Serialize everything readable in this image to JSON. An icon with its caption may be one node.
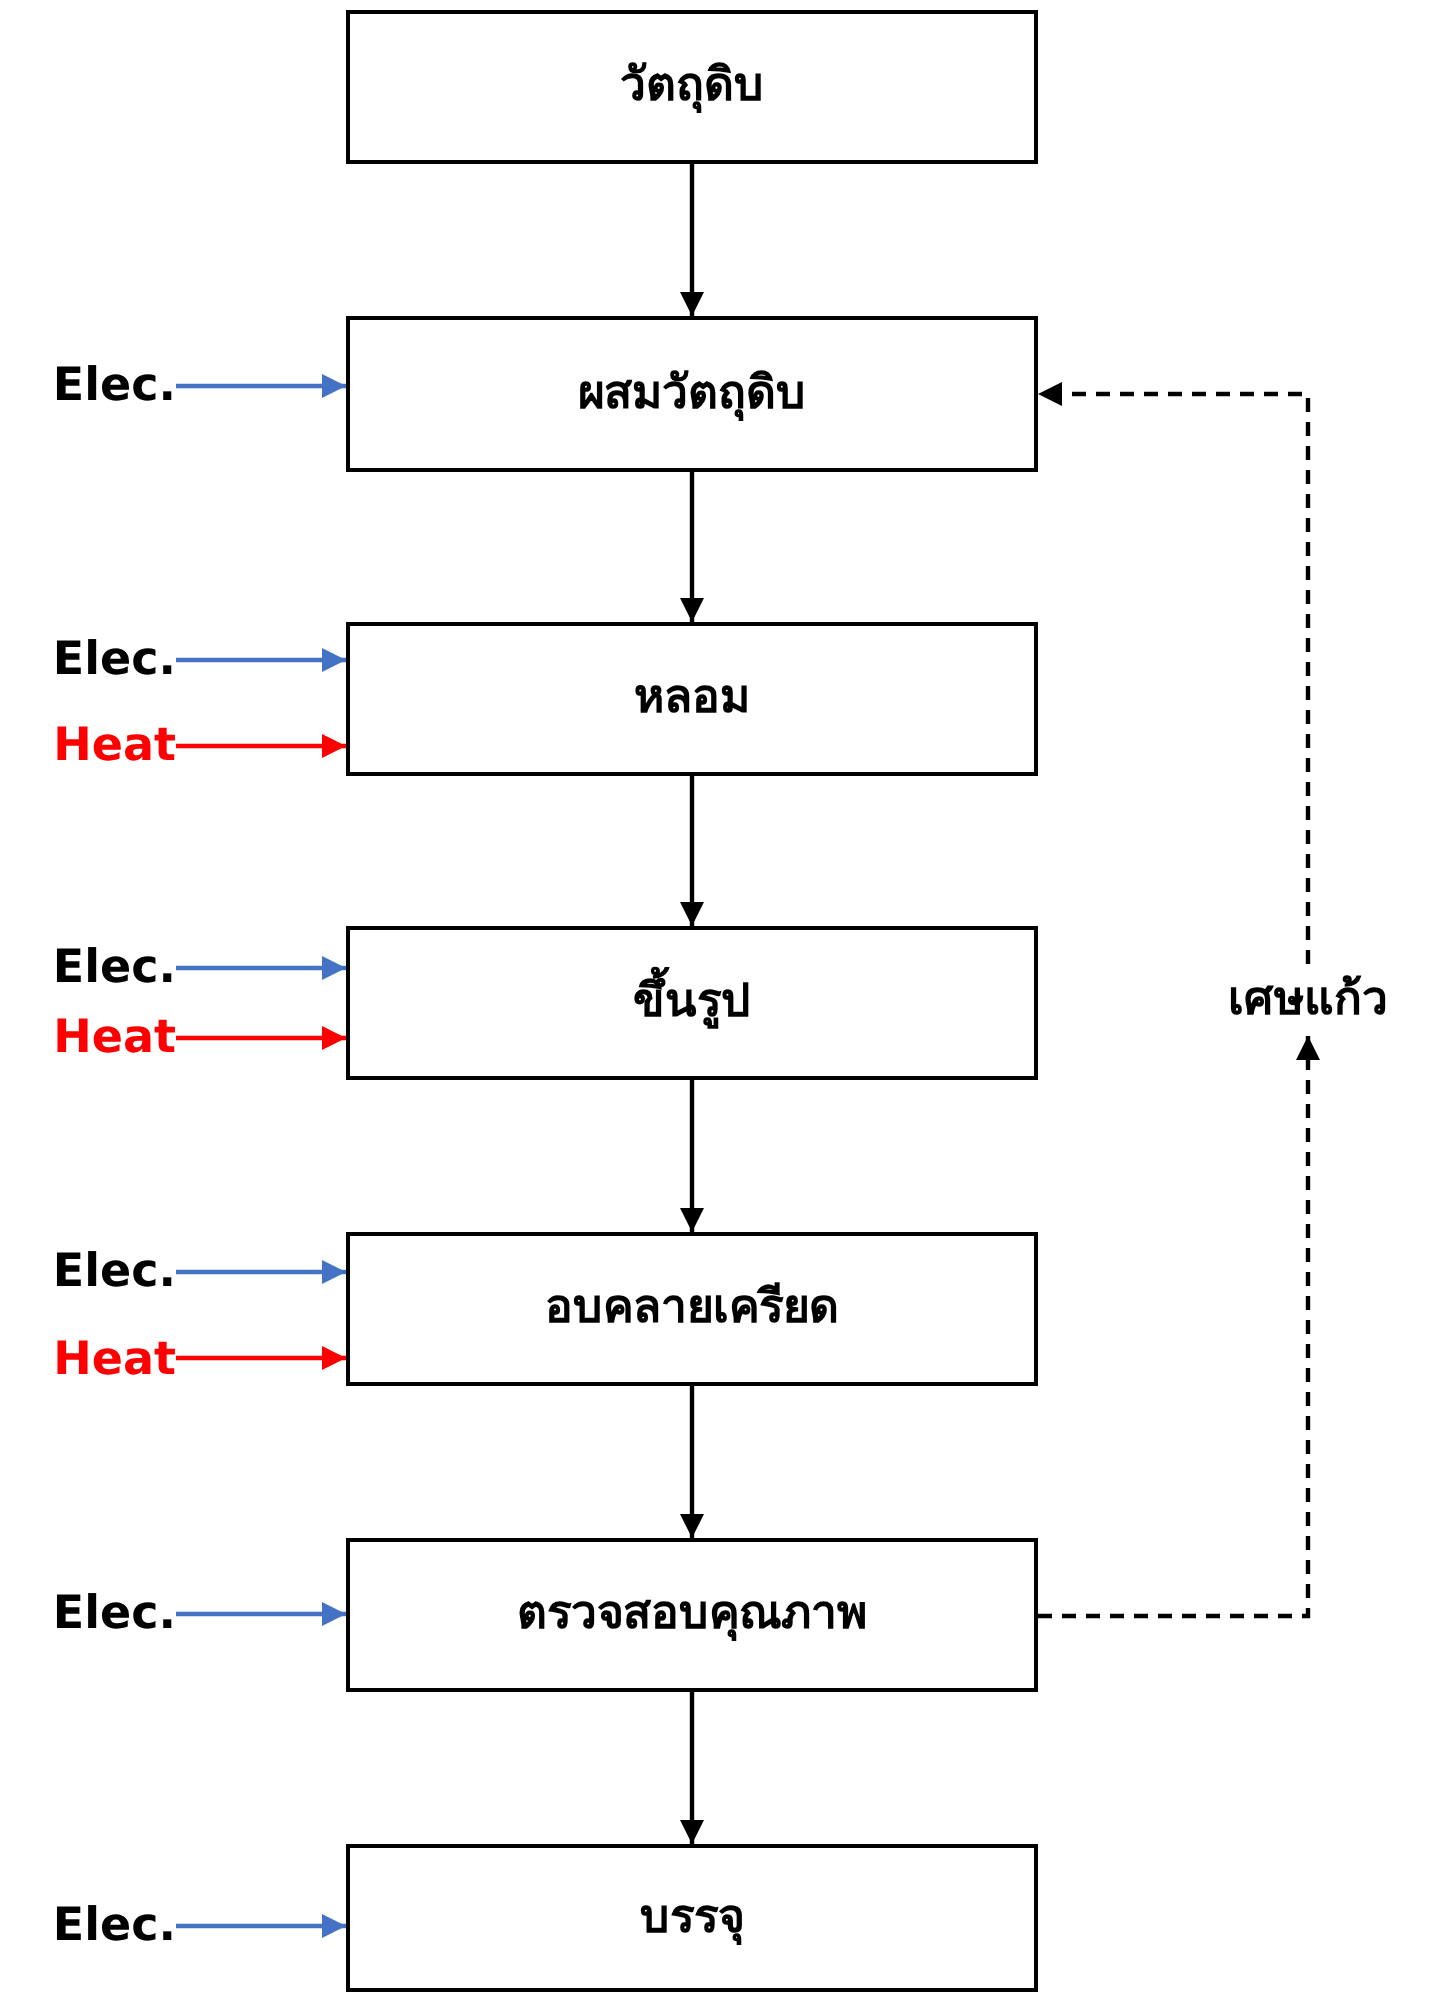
{
  "diagram": {
    "nodes": [
      {
        "text": [
          "วัตถุดิบ"
        ]
      },
      {
        "text": [
          "Elec."
        ]
      },
      {
        "text": [
          "ผสมวัตถุดิบ"
        ]
      },
      {
        "text": [
          "Elec."
        ]
      },
      {
        "text": [
          "Heat"
        ]
      },
      {
        "text": [
          "หลอม"
        ]
      },
      {
        "text": [
          "Elec."
        ]
      },
      {
        "text": [
          "Heat"
        ]
      },
      {
        "text": [
          "ขึ้นรูป"
        ]
      },
      {
        "text": [
          "เศษแก้ว"
        ]
      },
      {
        "text": [
          "Elec."
        ]
      },
      {
        "text": [
          "Heat"
        ]
      },
      {
        "text": [
          "อบคลายเครียด"
        ]
      },
      {
        "text": [
          "Elec."
        ]
      },
      {
        "text": [
          "ตรวจสอบคุณภาพ"
        ]
      },
      {
        "text": [
          "Elec."
        ]
      },
      {
        "text": [
          "บรรจุ"
        ]
      }
    ],
    "edges": [
      {
        "from": 0,
        "to": 2,
        "arrow": "to"
      },
      {
        "from": 1,
        "to": 2,
        "arrow": "to",
        "color": "#4472c4"
      },
      {
        "from": 2,
        "to": 5,
        "arrow": "to"
      },
      {
        "from": 3,
        "to": 5,
        "arrow": "to",
        "color": "#4472c4"
      },
      {
        "from": 4,
        "to": 5,
        "arrow": "to",
        "color": "#ff0000"
      },
      {
        "from": 5,
        "to": 8,
        "arrow": "to"
      },
      {
        "from": 6,
        "to": 8,
        "arrow": "to",
        "color": "#4472c4"
      },
      {
        "from": 7,
        "to": 8,
        "arrow": "to",
        "color": "#ff0000"
      },
      {
        "from": 8,
        "to": 12,
        "arrow": "to"
      },
      {
        "from": 10,
        "to": 12,
        "arrow": "to",
        "color": "#4472c4"
      },
      {
        "from": 11,
        "to": 12,
        "arrow": "to",
        "color": "#ff0000"
      },
      {
        "from": 12,
        "to": 14,
        "arrow": "to"
      },
      {
        "from": 13,
        "to": 14,
        "arrow": "to",
        "color": "#4472c4"
      },
      {
        "from": 14,
        "to": 16,
        "arrow": "to"
      },
      {
        "from": 15,
        "to": 16,
        "arrow": "to",
        "color": "#4472c4"
      },
      {
        "from": 14,
        "to": 9,
        "arrow": "to",
        "style": "dashed"
      },
      {
        "from": 9,
        "to": 2,
        "arrow": "to",
        "style": "dashed"
      }
    ]
  }
}
